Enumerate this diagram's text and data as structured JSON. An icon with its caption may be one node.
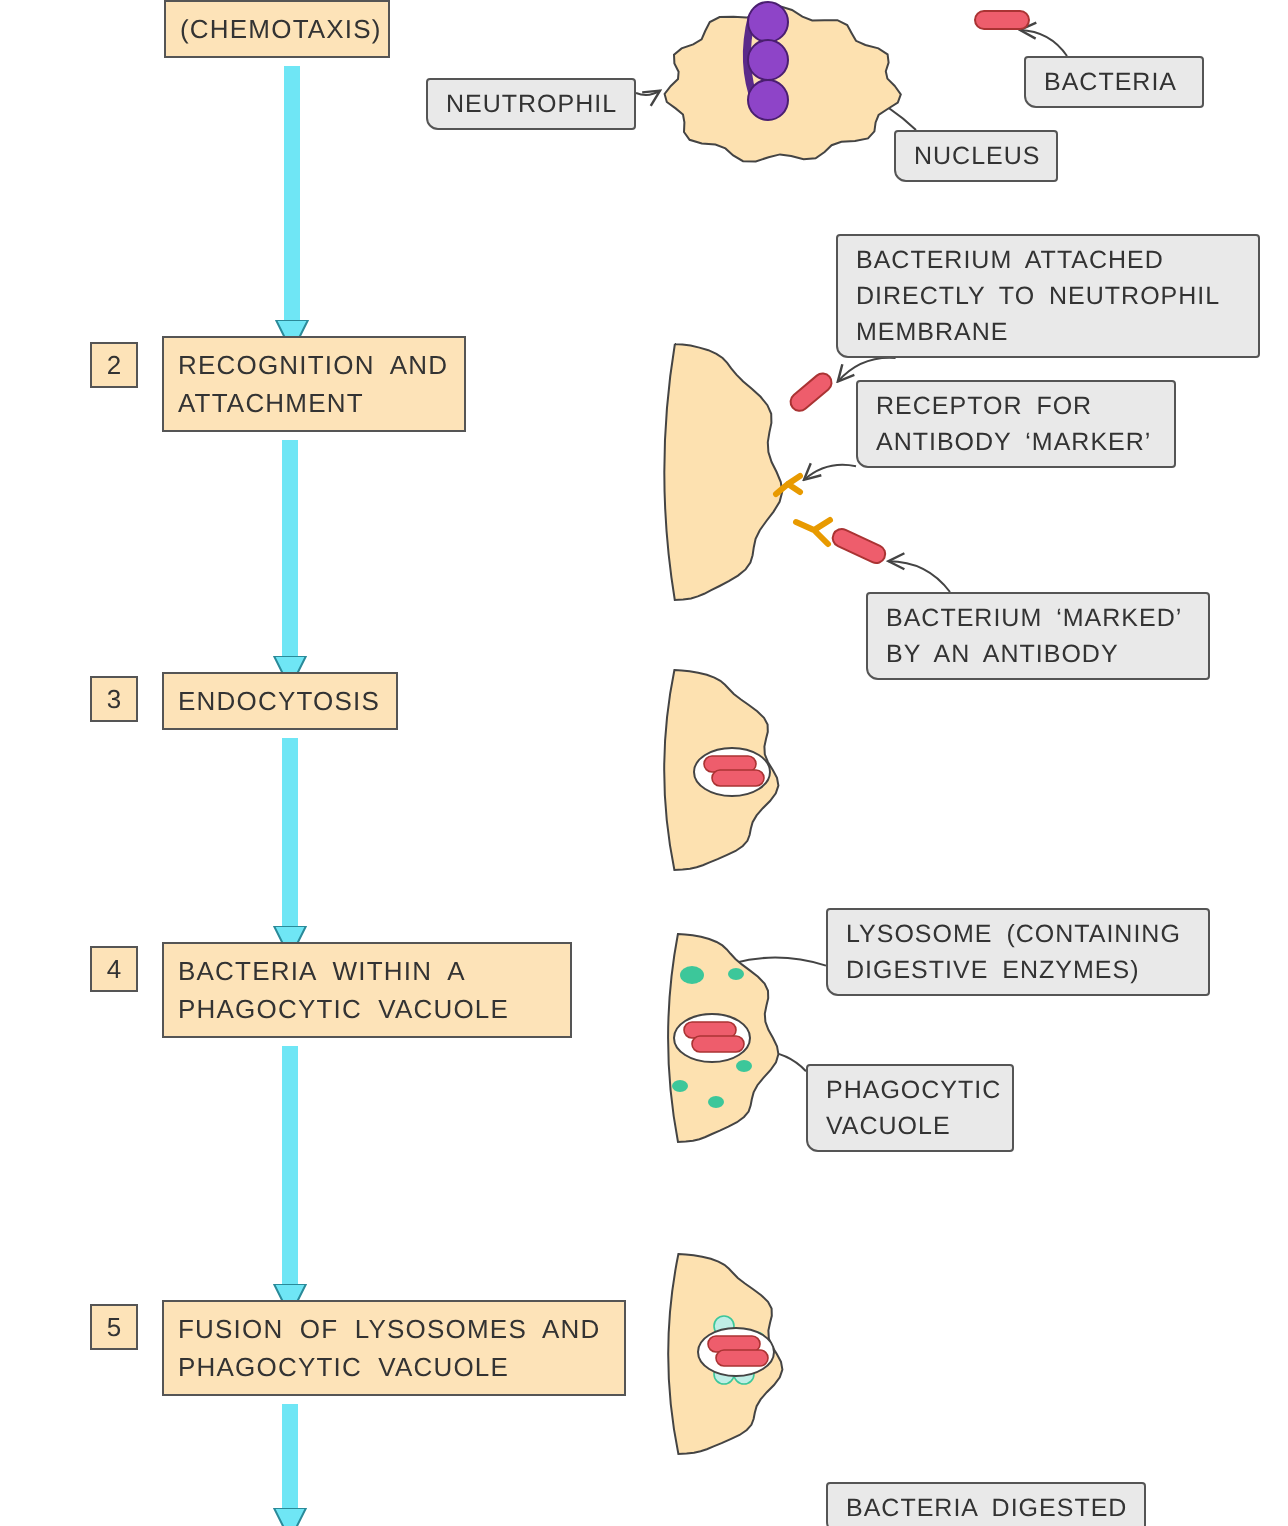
{
  "diagram": {
    "nodes": [
      {
        "text": [
          "(CHEMOTAXIS)"
        ]
      },
      {
        "text": [],
        "shape": "picture"
      },
      {
        "text": [],
        "shape": "picture",
        "in": 1
      },
      {
        "text": [],
        "shape": "bar"
      },
      {
        "text": [
          "NEUTROPHIL"
        ]
      },
      {
        "text": [
          "NUCLEUS"
        ]
      },
      {
        "text": [
          "BACTERIA"
        ]
      },
      {
        "text": [
          "2"
        ]
      },
      {
        "text": [
          "RECOGNITION AND ATTACHMENT"
        ]
      },
      {
        "text": [],
        "shape": "picture"
      },
      {
        "text": [],
        "shape": "bar"
      },
      {
        "text": [],
        "shape": "picture"
      },
      {
        "text": [],
        "shape": "bar"
      },
      {
        "text": [
          "BACTERIUM ATTACHED DIRECTLY TO NEUTROPHIL MEMBRANE"
        ]
      },
      {
        "text": [
          "RECEPTOR FOR ANTIBODY ‘MARKER’"
        ]
      },
      {
        "text": [
          "BACTERIUM ‘MARKED’ BY AN ANTIBODY"
        ]
      },
      {
        "text": [
          "3"
        ]
      },
      {
        "text": [
          "ENDOCYTOSIS"
        ]
      },
      {
        "text": [],
        "shape": "picture"
      },
      {
        "text": [
          "4"
        ]
      },
      {
        "text": [
          "BACTERIA WITHIN A PHAGOCYTIC VACUOLE"
        ]
      },
      {
        "text": [],
        "shape": "picture"
      },
      {
        "text": [],
        "shape": "circle",
        "in": 21
      },
      {
        "text": [],
        "shape": "picture",
        "in": 21
      },
      {
        "text": [
          "LYSOSOME (CONTAINING DIGESTIVE ENZYMES)"
        ]
      },
      {
        "text": [
          "PHAGOCYTIC VACUOLE"
        ]
      },
      {
        "text": [
          "5"
        ]
      },
      {
        "text": [
          "FUSION OF LYSOSOMES AND PHAGOCYTIC VACUOLE"
        ]
      },
      {
        "text": [],
        "shape": "picture"
      },
      {
        "text": [
          "BACTERIA DIGESTED"
        ]
      }
    ],
    "edges": [
      {
        "from": 0,
        "to": 8,
        "arrow": "to",
        "style": "thick",
        "color": "#6fe6f5"
      },
      {
        "from": 8,
        "to": 17,
        "arrow": "to",
        "style": "thick",
        "color": "#6fe6f5"
      },
      {
        "from": 17,
        "to": 20,
        "arrow": "to",
        "style": "thick",
        "color": "#6fe6f5"
      },
      {
        "from": 20,
        "to": 27,
        "arrow": "to",
        "style": "thick",
        "color": "#6fe6f5"
      },
      {
        "from": 27,
        "to": null,
        "arrow": "to",
        "style": "thick",
        "color": "#6fe6f5"
      },
      {
        "from": 4,
        "to": 1,
        "arrow": "to"
      },
      {
        "from": 5,
        "to": 2,
        "arrow": "to"
      },
      {
        "from": 6,
        "to": 3,
        "arrow": "to"
      },
      {
        "from": 13,
        "to": 10,
        "arrow": "to"
      },
      {
        "from": 14,
        "to": 11,
        "arrow": "to"
      },
      {
        "from": 15,
        "to": 12,
        "arrow": "to"
      },
      {
        "from": 24,
        "to": 22,
        "arrow": "to"
      },
      {
        "from": 25,
        "to": 23,
        "arrow": "to"
      }
    ]
  }
}
